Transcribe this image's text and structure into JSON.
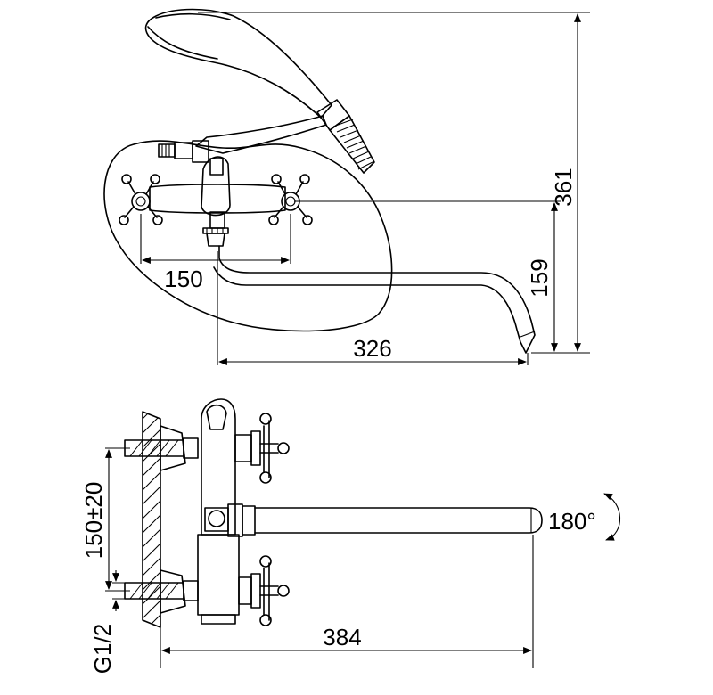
{
  "diagram": {
    "top_view": {
      "dim_height_total": "361",
      "dim_height_spout": "159",
      "dim_handle_spacing": "150",
      "dim_spout_reach": "326"
    },
    "side_view": {
      "dim_inlet_spacing": "150±20",
      "dim_thread": "G1/2",
      "dim_spout_length": "384",
      "dim_rotation": "180°"
    }
  }
}
